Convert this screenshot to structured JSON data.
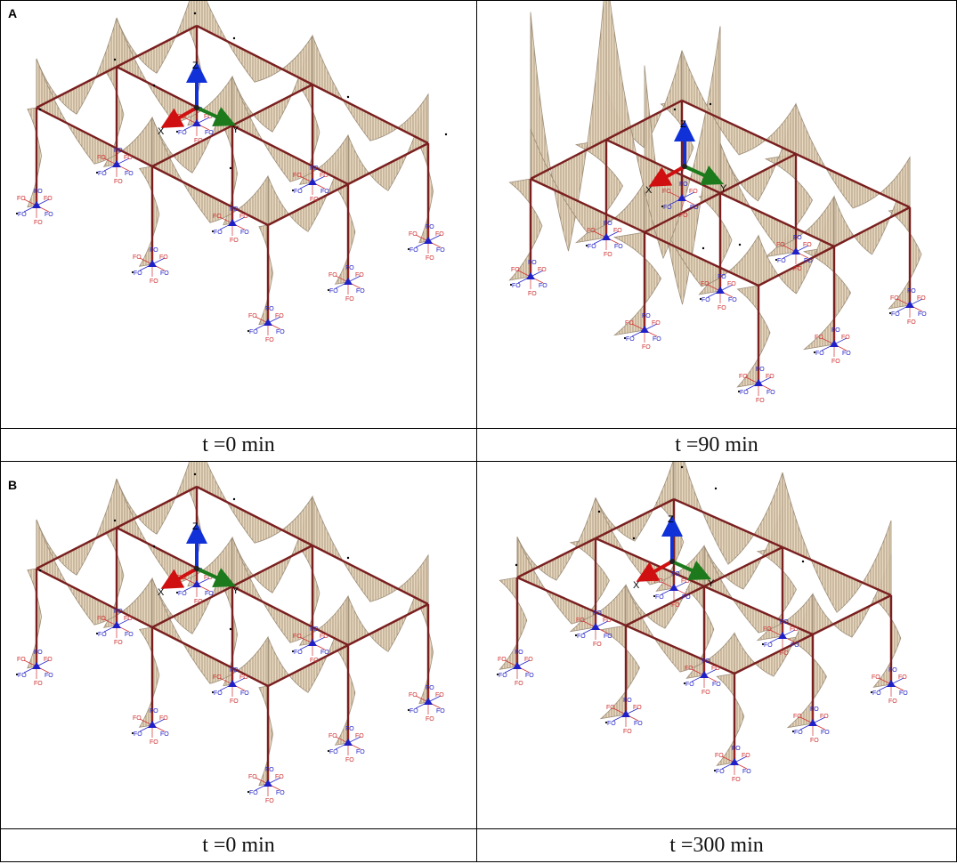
{
  "panels": [
    {
      "letter": "A",
      "left_caption": "t =0 min",
      "right_caption": "t =90 min"
    },
    {
      "letter": "B",
      "left_caption": "t =0 min",
      "right_caption": "t =300 min"
    }
  ],
  "axis_labels": {
    "x": "X",
    "y": "Y",
    "z": "Z"
  },
  "support_label": "FO",
  "colors": {
    "member": "#7a1f1f",
    "diagram_fill": "#e7d6bd",
    "diagram_hatch": "#8d7a5f",
    "support_blue": "#2020c8",
    "support_red": "#d03030",
    "axis_x": "#d01010",
    "axis_y": "#1c7a1c",
    "axis_z": "#1030d8"
  }
}
